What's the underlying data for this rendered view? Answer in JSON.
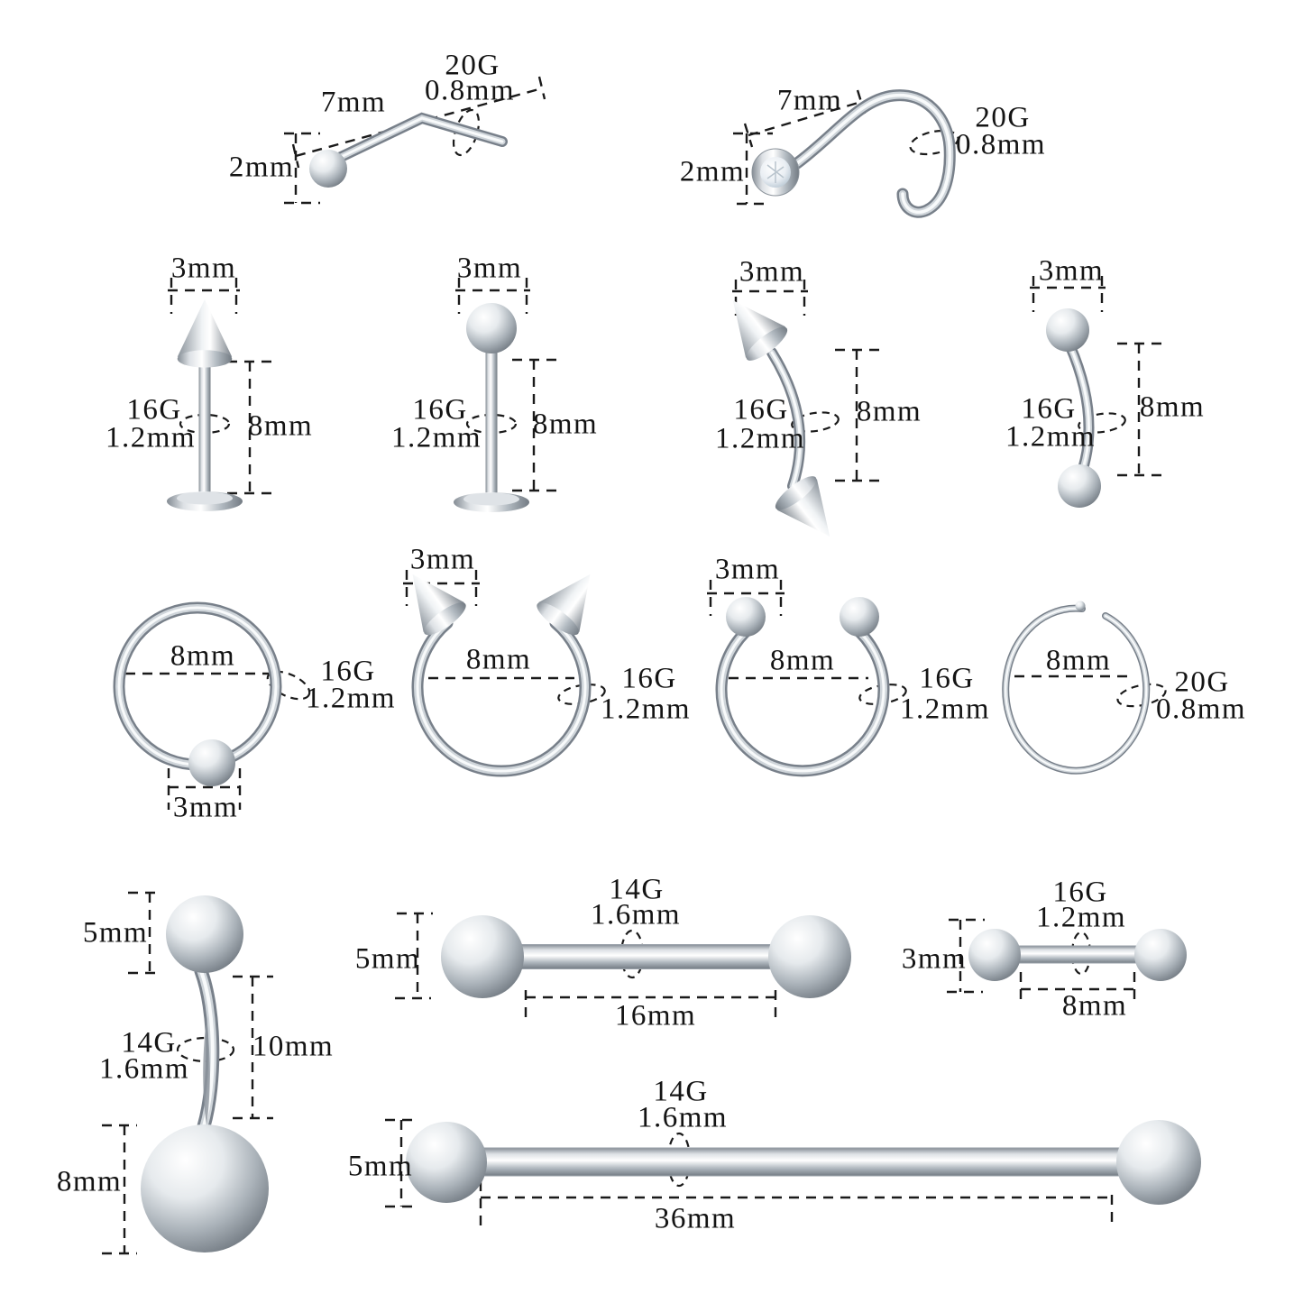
{
  "pieces": {
    "nose_stud_l": {
      "length": "7mm",
      "gauge": "20G",
      "wire": "0.8mm",
      "head": "2mm"
    },
    "nose_screw": {
      "length": "7mm",
      "gauge": "20G",
      "wire": "0.8mm",
      "head": "2mm"
    },
    "labret_cone": {
      "top": "3mm",
      "gauge": "16G",
      "wire": "1.2mm",
      "bar": "8mm"
    },
    "labret_ball": {
      "top": "3mm",
      "gauge": "16G",
      "wire": "1.2mm",
      "bar": "8mm"
    },
    "curved_cone": {
      "top": "3mm",
      "gauge": "16G",
      "wire": "1.2mm",
      "bar": "8mm"
    },
    "curved_ball": {
      "top": "3mm",
      "gauge": "16G",
      "wire": "1.2mm",
      "bar": "8mm"
    },
    "captive_ring": {
      "diameter": "8mm",
      "gauge": "16G",
      "wire": "1.2mm",
      "ball": "3mm"
    },
    "horseshoe_cone": {
      "cone": "3mm",
      "diameter": "8mm",
      "gauge": "16G",
      "wire": "1.2mm"
    },
    "horseshoe_ball": {
      "ball": "3mm",
      "diameter": "8mm",
      "gauge": "16G",
      "wire": "1.2mm"
    },
    "nose_hoop": {
      "diameter": "8mm",
      "gauge": "20G",
      "wire": "0.8mm"
    },
    "belly_ring": {
      "top_ball": "5mm",
      "gauge": "14G",
      "wire": "1.6mm",
      "bar": "10mm",
      "bottom_ball": "8mm"
    },
    "straight_barbell_16": {
      "gauge": "14G",
      "wire": "1.6mm",
      "ball": "5mm",
      "bar": "16mm"
    },
    "straight_barbell_8": {
      "gauge": "16G",
      "wire": "1.2mm",
      "ball": "3mm",
      "bar": "8mm"
    },
    "industrial_barbell": {
      "gauge": "14G",
      "wire": "1.6mm",
      "ball": "5mm",
      "bar": "36mm"
    }
  }
}
